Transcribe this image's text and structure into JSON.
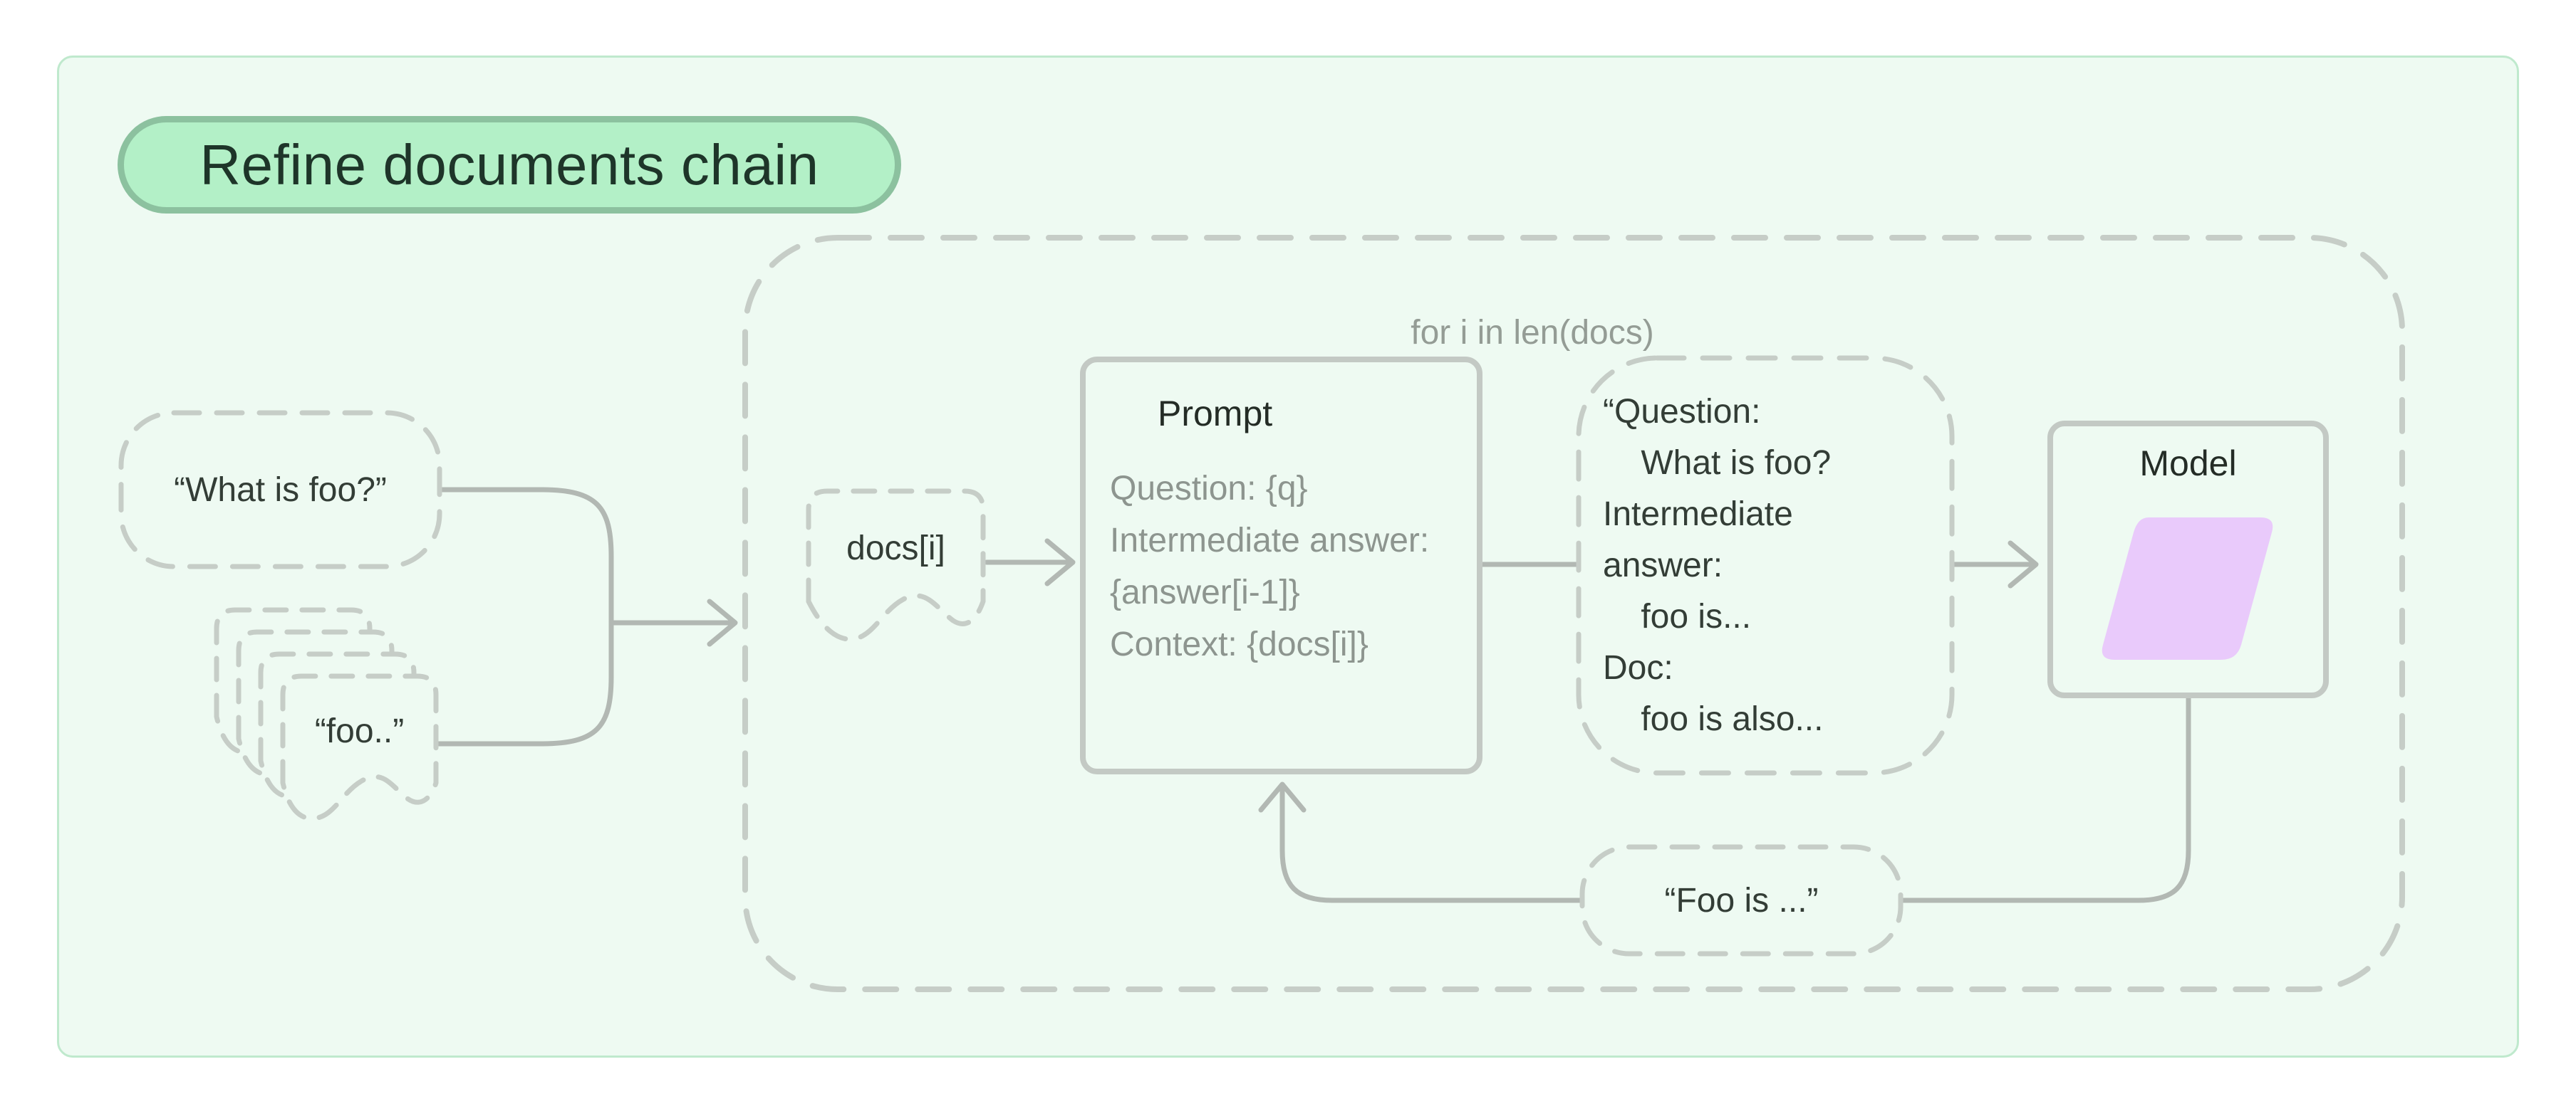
{
  "title_badge": {
    "label": "Refine documents chain"
  },
  "loop": {
    "label": "for i in len(docs)"
  },
  "nodes": {
    "question_input": {
      "label": "“What is foo?”"
    },
    "docs_stack": {
      "label": "“foo..”"
    },
    "doc_item": {
      "label": "docs[i]"
    },
    "prompt": {
      "title": "Prompt",
      "lines": [
        "Question: {q}",
        "Intermediate answer:",
        "{answer[i-1]}",
        "Context: {docs[i]}"
      ]
    },
    "intermediate_output": {
      "lines": [
        "“Question:",
        "    What is foo?",
        "Intermediate",
        "answer:",
        "    foo is...",
        "Doc:",
        "    foo is also..."
      ]
    },
    "model": {
      "title": "Model"
    },
    "answer": {
      "label": "“Foo is ...”"
    }
  },
  "colors": {
    "card_bg": "#eefaf2",
    "card_border": "#bfe9cd",
    "badge_fill": "#b3f0c7",
    "badge_border": "#8cc19f",
    "badge_text": "#1e3529",
    "dash_gray": "#c6cdc7",
    "box_gray": "#c3c9c4",
    "connector_gray": "#b2b8b3",
    "text_dark": "#333d36",
    "text_gray": "#8d958f",
    "model_shape_purple": "#e9cafb"
  }
}
